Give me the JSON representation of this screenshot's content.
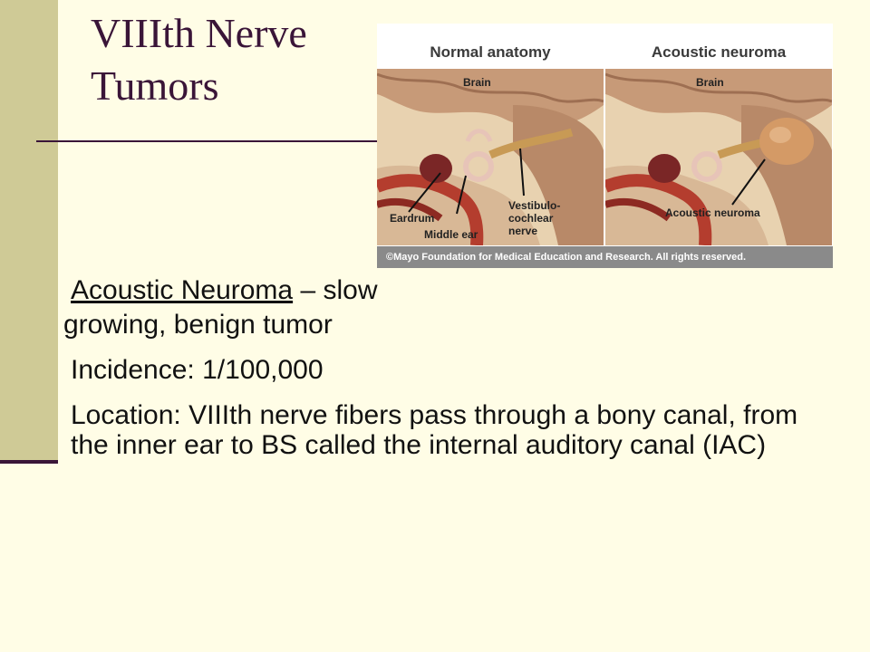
{
  "slide": {
    "title_line1": "VIIIth Nerve",
    "title_line2": "Tumors",
    "colors": {
      "background": "#fffde6",
      "band": "#cfca96",
      "title": "#3a1538"
    }
  },
  "figure": {
    "left_heading": "Normal anatomy",
    "right_heading": "Acoustic neuroma",
    "left_labels": {
      "brain": "Brain",
      "eardrum": "Eardrum",
      "middle_ear": "Middle ear",
      "nerve_line1": "Vestibulo-",
      "nerve_line2": "cochlear",
      "nerve_line3": "nerve"
    },
    "right_labels": {
      "brain": "Brain",
      "tumor": "Acoustic neuroma"
    },
    "caption": "©Mayo Foundation for Medical Education and Research.  All rights reserved."
  },
  "bullets": {
    "item1_term": "Acoustic Neuroma",
    "item1_rest": " – slow",
    "item1_cont": "growing, benign tumor",
    "item2": "Incidence:  1/100,000",
    "item3": "Location: VIIIth nerve fibers pass through a bony canal, from the inner ear to BS called the internal auditory canal (IAC)"
  }
}
